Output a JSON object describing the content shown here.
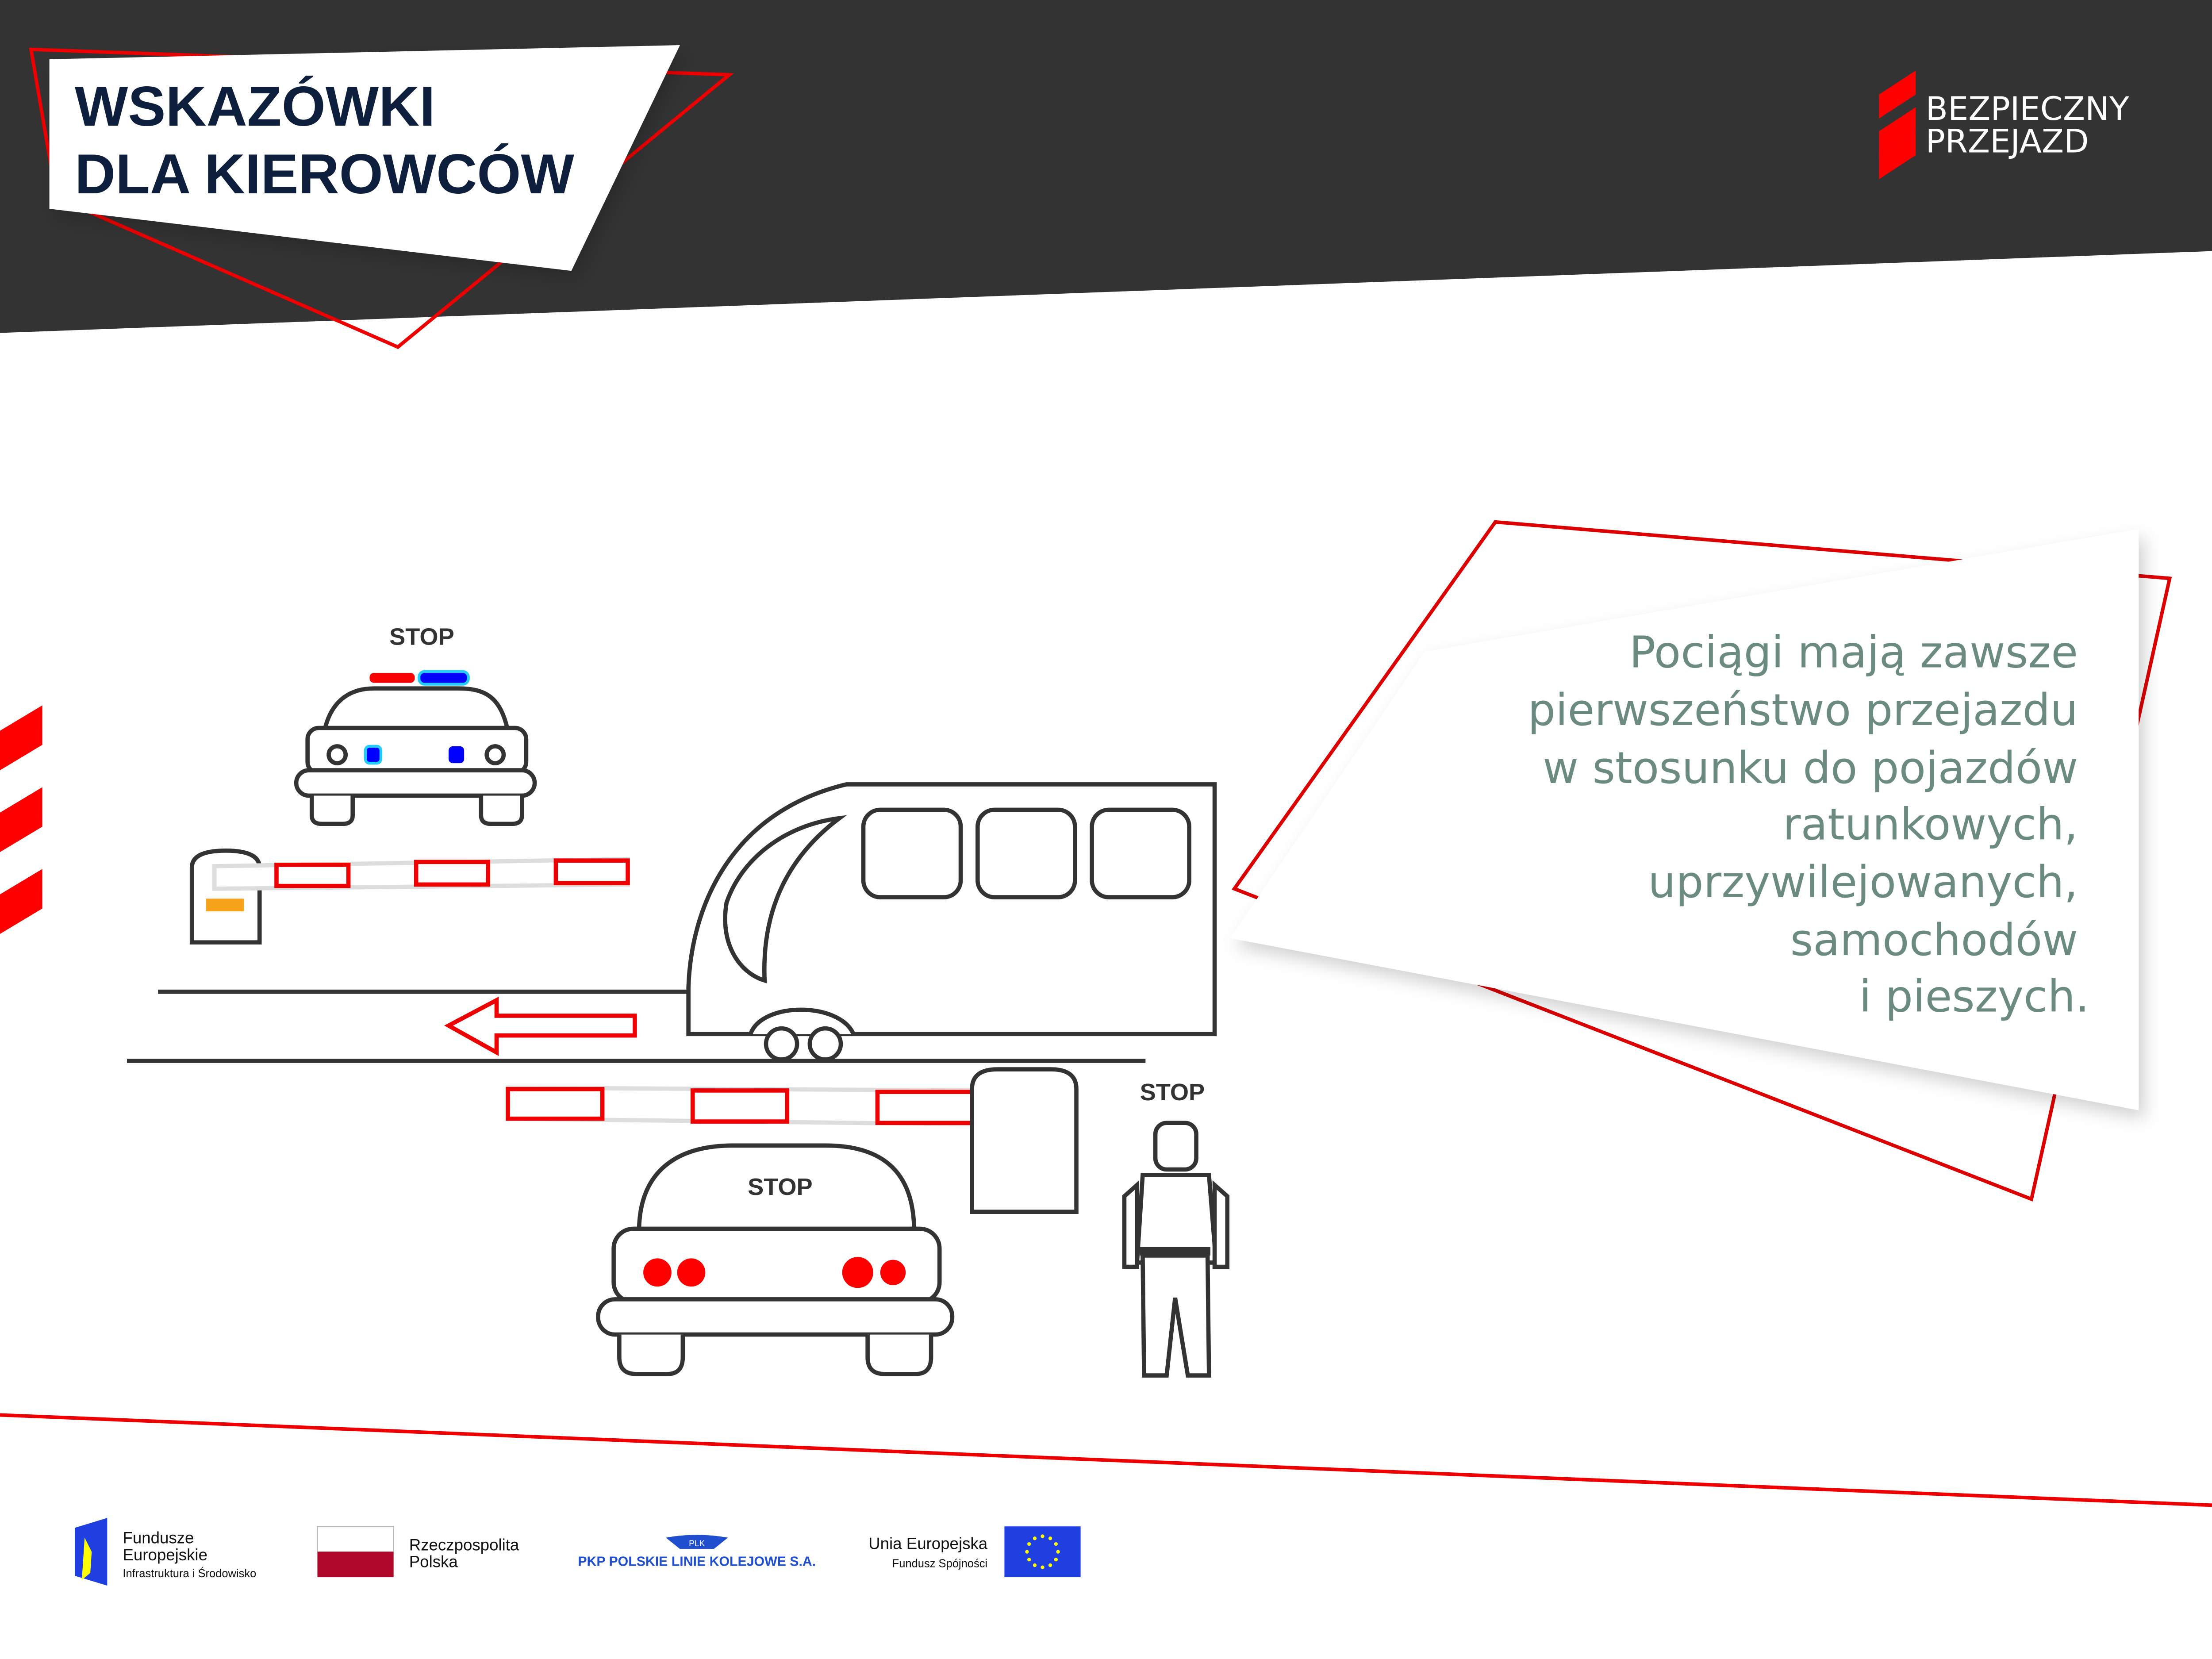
{
  "header": {
    "title_line1": "WSKAZÓWKI",
    "title_line2": "DLA KIEROWCÓW",
    "logo_line1": "BEZPIECZNY",
    "logo_line2": "PRZEJAZD"
  },
  "scene": {
    "stop_police": "STOP",
    "stop_car": "STOP",
    "stop_pedestrian": "STOP"
  },
  "message": {
    "lines": [
      "Pociągi mają zawsze",
      "pierwszeństwo przejazdu",
      "w stosunku do pojazdów",
      "ratunkowych,",
      "uprzywilejowanych,",
      "samochodów",
      "i pieszych."
    ]
  },
  "footer": {
    "fe_line1": "Fundusze",
    "fe_line2": "Europejskie",
    "fe_line3": "Infrastruktura i Środowisko",
    "rp_line1": "Rzeczpospolita",
    "rp_line2": "Polska",
    "plk_emblem": "PLK",
    "plk": "PKP POLSKIE LINIE KOLEJOWE S.A.",
    "ue_line1": "Unia Europejska",
    "ue_line2": "Fundusz Spójności"
  },
  "colors": {
    "dark": "#333333",
    "red": "#e30613",
    "text": "#6b8a80",
    "navy": "#0d1f3c"
  }
}
